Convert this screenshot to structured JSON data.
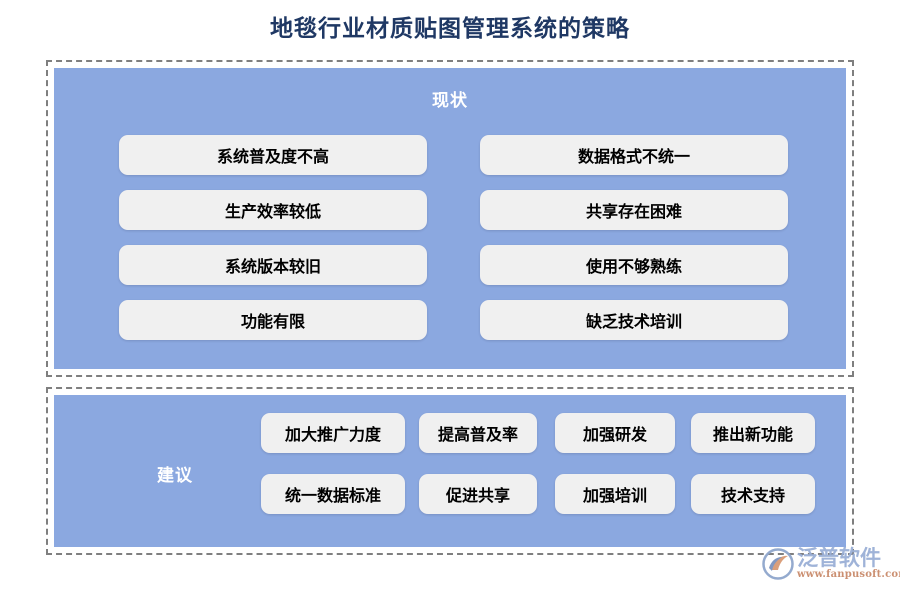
{
  "page": {
    "title": "地毯行业材质贴图管理系统的策略",
    "title_color": "#1F3864",
    "panel_color": "#8BA8E0",
    "pill_color": "#F0F0F0",
    "frame_border_color": "#7F7F7F"
  },
  "status_section": {
    "heading": "现状",
    "left_column": [
      {
        "label": "系统普及度不高"
      },
      {
        "label": "生产效率较低"
      },
      {
        "label": "系统版本较旧"
      },
      {
        "label": "功能有限"
      }
    ],
    "right_column": [
      {
        "label": "数据格式不统一"
      },
      {
        "label": "共享存在困难"
      },
      {
        "label": "使用不够熟练"
      },
      {
        "label": "缺乏技术培训"
      }
    ]
  },
  "advice_section": {
    "heading": "建议",
    "rows": [
      [
        {
          "label": "加大推广力度"
        },
        {
          "label": "提高普及率"
        },
        {
          "label": "加强研发"
        },
        {
          "label": "推出新功能"
        }
      ],
      [
        {
          "label": "统一数据标准"
        },
        {
          "label": "促进共享"
        },
        {
          "label": "加强培训"
        },
        {
          "label": "技术支持"
        }
      ]
    ]
  },
  "watermark": {
    "brand": "泛普软件",
    "url": "www.fanpusoft.com",
    "brand_color": "#9AAFD6",
    "url_color": "#C98A6A"
  }
}
